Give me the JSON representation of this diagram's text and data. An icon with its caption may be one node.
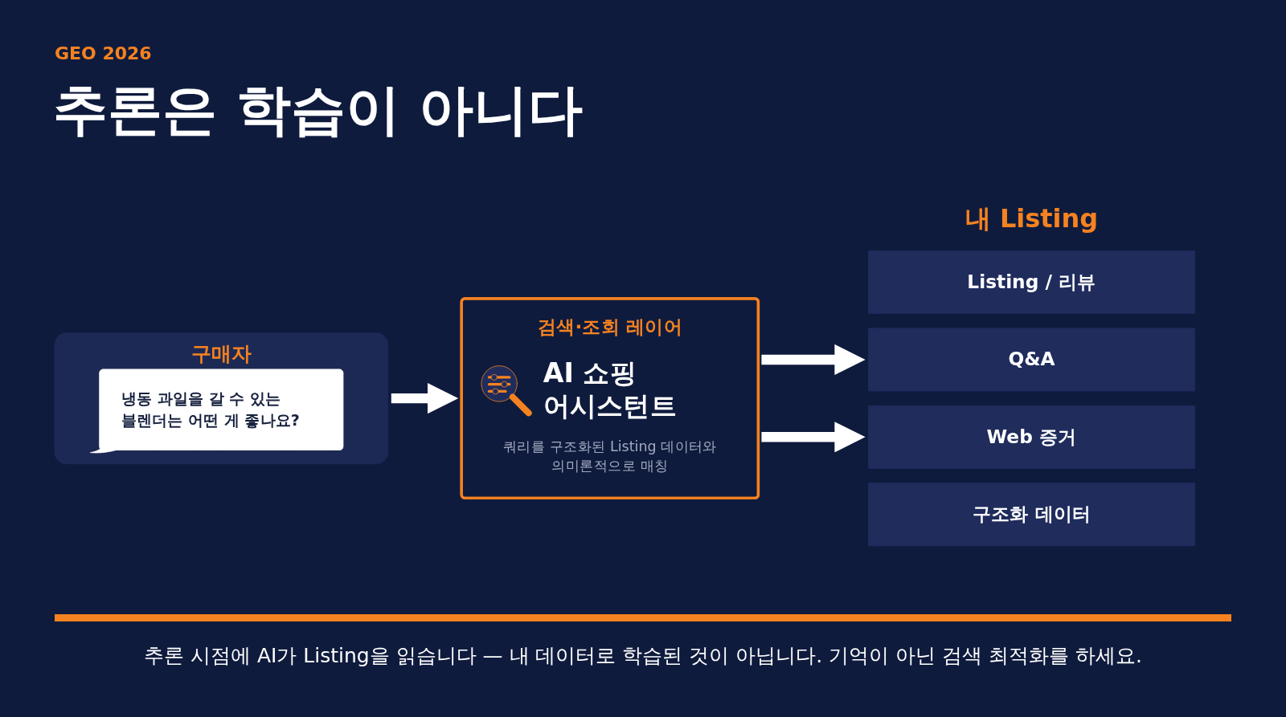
{
  "diagram": {
    "title": "추론은 학습이 아니다",
    "caption": "추론 시점에 AI가 Listing을 읽습니다 — 내 데이터로 학습된 것이 아닙니다. 기억이 아닌 검색 최적화를 하세요.",
    "nodes": [
      {
        "text": [
          "구매자"
        ]
      },
      {
        "text": [
          "냉동 과일을 갈 수 있는 블렌더는 어떤 게 좋나요?"
        ],
        "in": 0
      },
      {
        "text": [
          "검색·조회 레이어",
          "AI 쇼핑 어시스턴트",
          "쿼리를 구조화된 Listing 데이터와 의미론적으로 매칭"
        ]
      },
      {
        "text": [
          "Listing / 리뷰"
        ]
      },
      {
        "text": [
          "Q&A"
        ]
      },
      {
        "text": [
          "Web 증거"
        ]
      },
      {
        "text": [
          "구조화 데이터"
        ]
      }
    ],
    "edges": [
      {
        "from": 0,
        "to": 2,
        "arrow": "to"
      },
      {
        "from": 2,
        "to": 4,
        "arrow": "to"
      },
      {
        "from": 2,
        "to": 5,
        "arrow": "to"
      }
    ],
    "labels": [
      "GEO 2026",
      "내 Listing"
    ]
  }
}
